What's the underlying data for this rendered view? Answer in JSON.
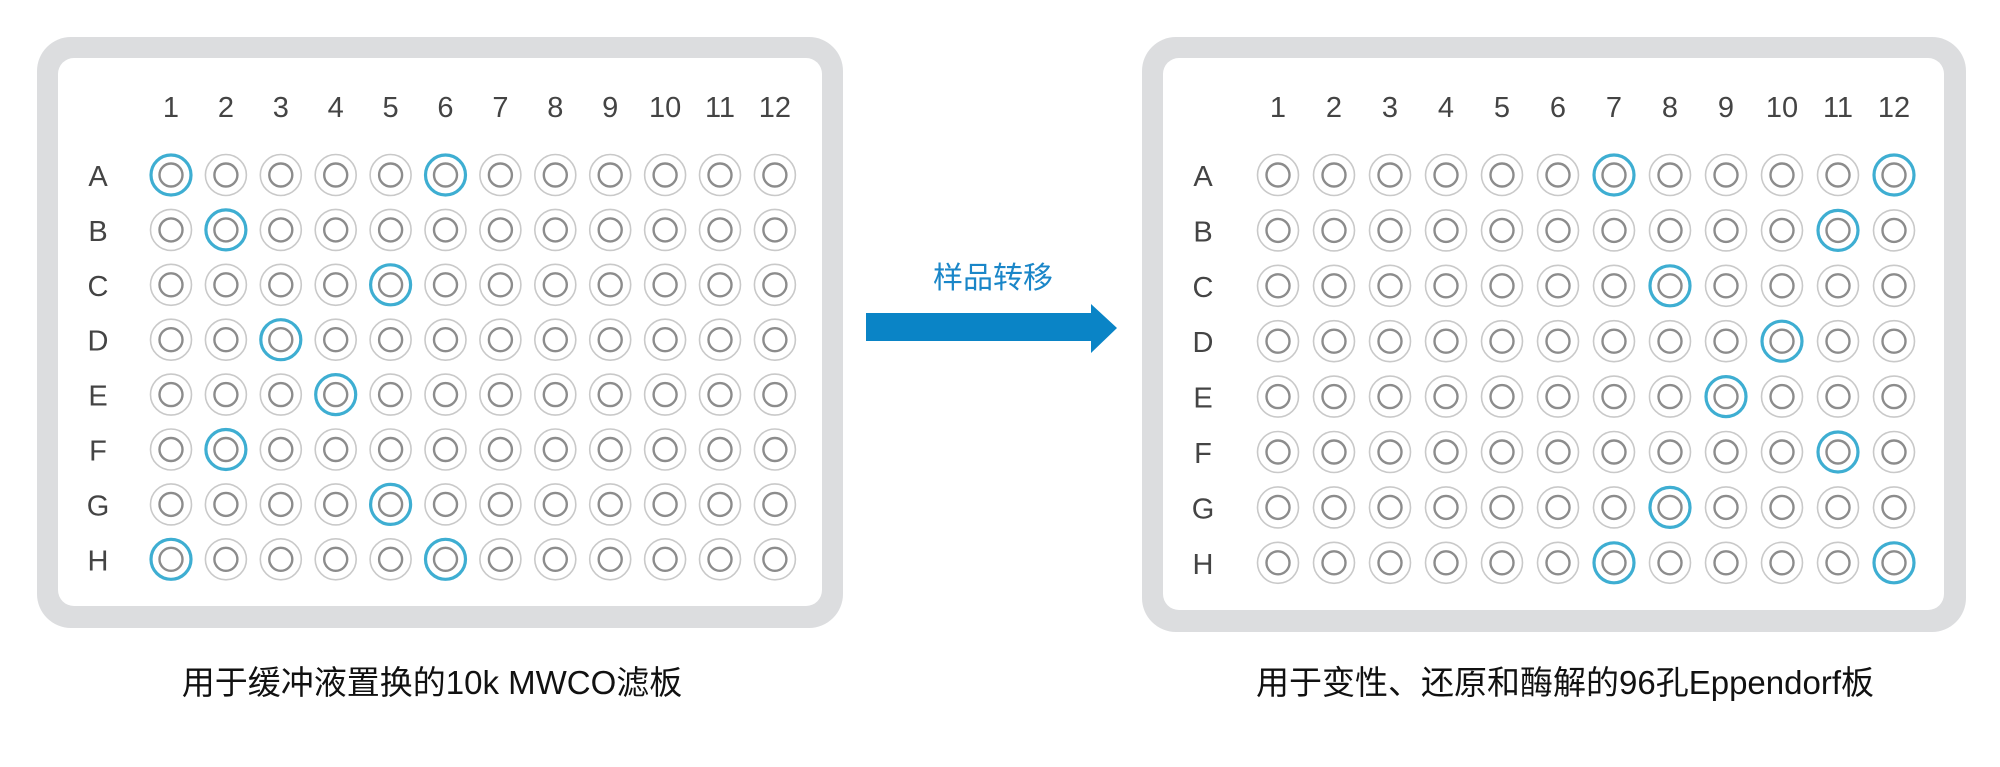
{
  "left_plate": {
    "caption": "用于缓冲液置换的10k MWCO滤板",
    "columns": [
      "1",
      "2",
      "3",
      "4",
      "5",
      "6",
      "7",
      "8",
      "9",
      "10",
      "11",
      "12"
    ],
    "rows": [
      "A",
      "B",
      "C",
      "D",
      "E",
      "F",
      "G",
      "H"
    ],
    "highlighted_wells": [
      "A1",
      "A6",
      "B2",
      "C5",
      "D3",
      "E4",
      "F2",
      "G5",
      "H1",
      "H6"
    ]
  },
  "right_plate": {
    "caption": "用于变性、还原和酶解的96孔Eppendorf板",
    "columns": [
      "1",
      "2",
      "3",
      "4",
      "5",
      "6",
      "7",
      "8",
      "9",
      "10",
      "11",
      "12"
    ],
    "rows": [
      "A",
      "B",
      "C",
      "D",
      "E",
      "F",
      "G",
      "H"
    ],
    "highlighted_wells": [
      "A7",
      "A12",
      "B11",
      "C8",
      "D10",
      "E9",
      "F11",
      "G8",
      "H7",
      "H12"
    ]
  },
  "transfer": {
    "label": "样品转移",
    "icon": "right-arrow-icon"
  },
  "colors": {
    "highlight": "#3eaed2",
    "arrow": "#0a84c6",
    "well_outer": "#c9c9c9",
    "well_inner": "#8c8c8c",
    "plate_frame": "#dcdddf"
  }
}
